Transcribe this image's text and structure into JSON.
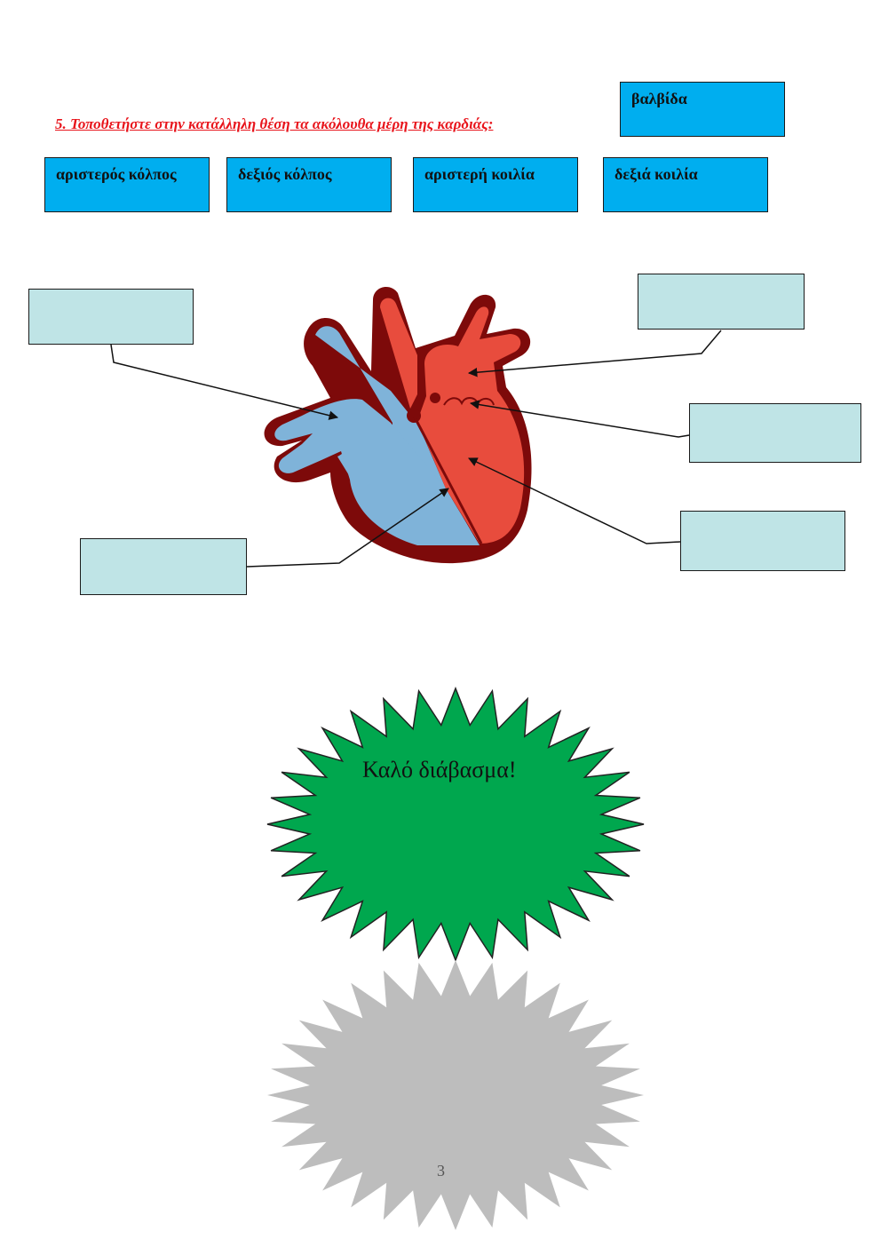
{
  "instruction": "5. Τοποθετήστε στην κατάλληλη θέση  τα ακόλουθα μέρη της καρδιάς:",
  "labels": {
    "valve": "βαλβίδα",
    "left_atrium": "αριστερός κόλπος",
    "right_atrium": "δεξιός κόλπος",
    "left_ventricle": "αριστερή κοιλία",
    "right_ventricle": "δεξιά κοιλία"
  },
  "closing_message": "Καλό διάβασμα!",
  "page_number": "3",
  "colors": {
    "instruction": "#e8141b",
    "tile": "#00aeef",
    "drop_box": "#bfe4e6",
    "heart_outline": "#7d0a0a",
    "heart_left": "#e84c3d",
    "heart_right": "#7fb3d9",
    "star_green": "#00a74e",
    "star_gray": "#bdbdbd"
  }
}
